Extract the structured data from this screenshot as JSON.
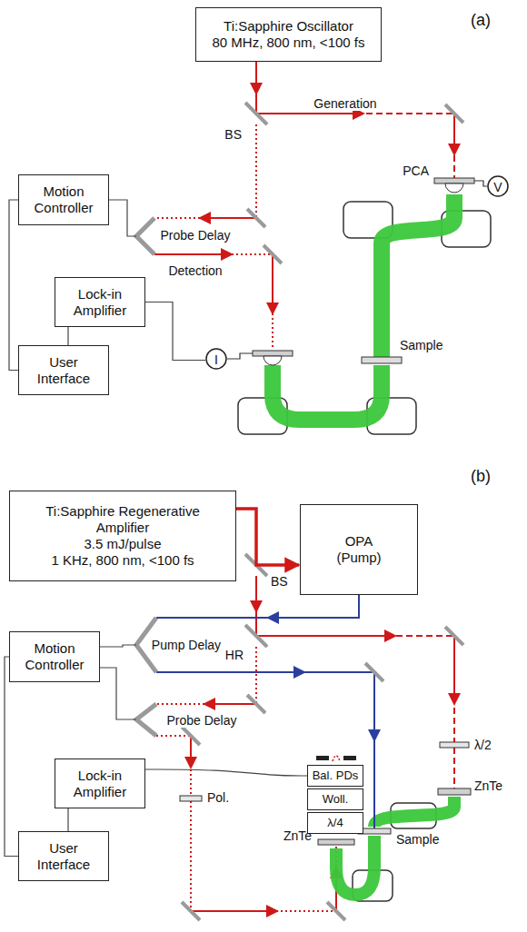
{
  "diagram": {
    "nodes": [
      {
        "text": [
          "Ti:Sapphire Oscillator",
          "80 MHz, 800 nm, <100 fs"
        ]
      },
      {
        "text": [
          "Motion Controller"
        ]
      },
      {
        "text": [
          "Lock-in Amplifier"
        ]
      },
      {
        "text": [
          "User Interface"
        ]
      },
      {
        "text": [
          "V"
        ]
      },
      {
        "text": [
          "I"
        ]
      },
      {
        "text": [
          "Ti:Sapphire Regenerative Amplifier",
          "3.5 mJ/pulse",
          "1 KHz, 800 nm, <100 fs"
        ]
      },
      {
        "text": [
          "OPA",
          "(Pump)"
        ]
      },
      {
        "text": [
          "Motion Controller"
        ]
      },
      {
        "text": [
          "Lock-in Amplifier"
        ]
      },
      {
        "text": [
          "User Interface"
        ]
      },
      {
        "text": [
          "Bal. PDs"
        ]
      },
      {
        "text": [
          "Woll."
        ]
      },
      {
        "text": [
          "λ/4"
        ]
      }
    ],
    "edges": [
      {
        "from": 1,
        "to": 3,
        "arrow": "none"
      },
      {
        "from": 2,
        "to": 3,
        "arrow": "none"
      },
      {
        "from": 2,
        "to": 5,
        "arrow": "none"
      },
      {
        "from": 6,
        "to": 7,
        "arrow": "to"
      },
      {
        "from": 8,
        "to": 10,
        "arrow": "none"
      },
      {
        "from": 9,
        "to": 10,
        "arrow": "none"
      },
      {
        "from": 9,
        "to": 11,
        "arrow": "none"
      }
    ],
    "labels": [
      "(a)",
      "BS",
      "Generation",
      "Probe Delay",
      "Detection",
      "PCA",
      "Sample",
      "(b)",
      "BS",
      "HR",
      "Pump Delay",
      "Probe Delay",
      "λ/2",
      "ZnTe",
      "Sample",
      "Pol.",
      "ZnTe"
    ]
  }
}
